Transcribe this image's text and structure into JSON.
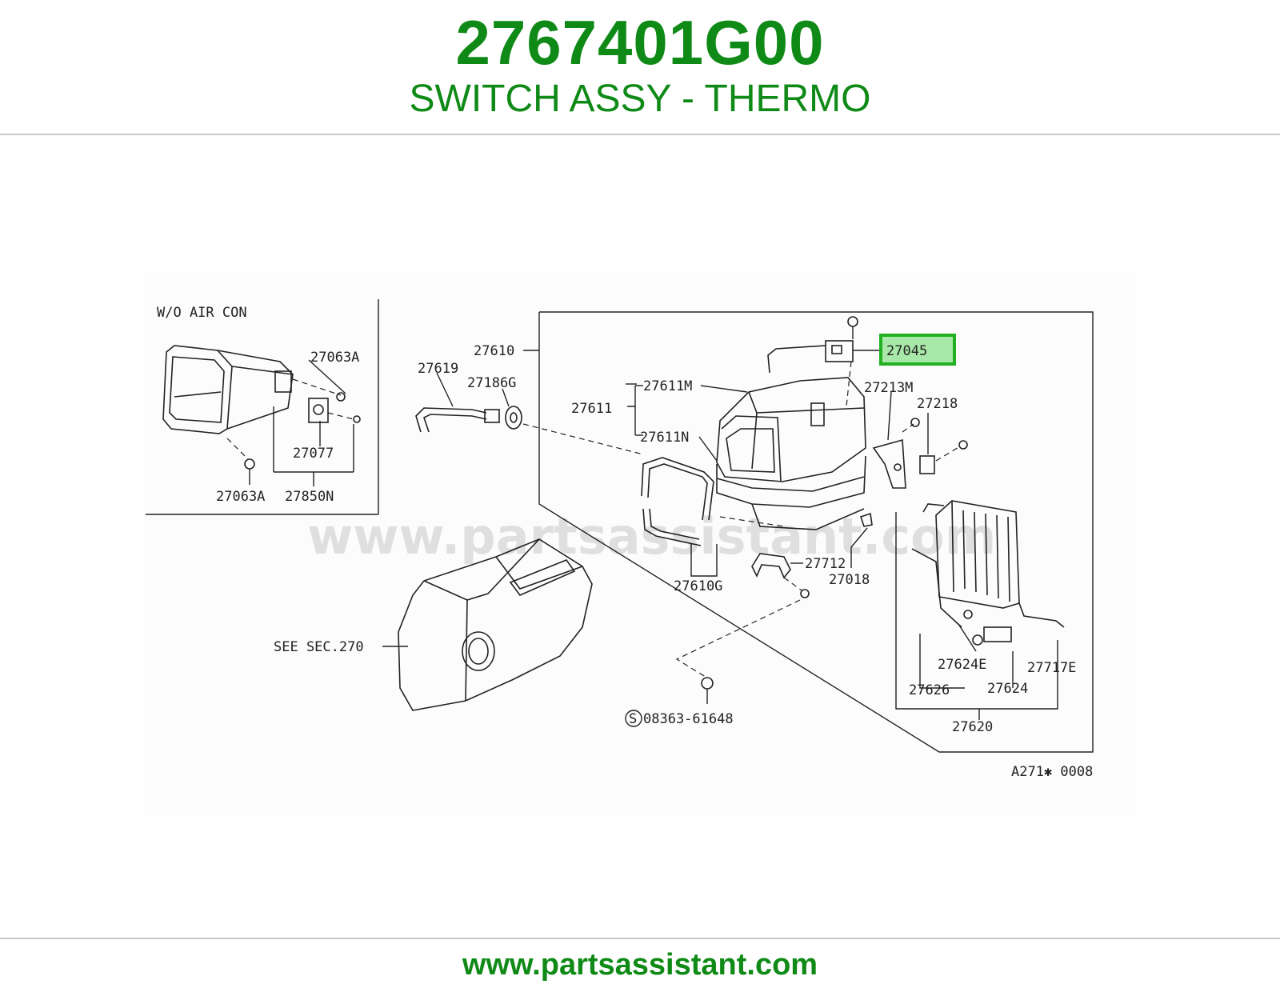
{
  "header": {
    "part_number": "2767401G00",
    "part_name": "SWITCH ASSY - THERMO"
  },
  "footer": {
    "url": "www.partsassistant.com"
  },
  "diagram": {
    "watermark": "www.partsassistant.com",
    "inset_title": "W/O AIR CON",
    "highlight_color": "#22b022",
    "highlighted_part": "27045",
    "drawing_code": "A271✱ 0008",
    "see_section": "SEE SEC.270",
    "labels": {
      "l27063A_top": "27063A",
      "l27077": "27077",
      "l27063A_bottom": "27063A",
      "l27850N": "27850N",
      "l27610": "27610",
      "l27619": "27619",
      "l27186G": "27186G",
      "l27611": "27611",
      "l27611M": "27611M",
      "l27611N": "27611N",
      "l27213M": "27213M",
      "l27218": "27218",
      "l27712": "27712",
      "l27018": "27018",
      "l27610G": "27610G",
      "l27624E": "27624E",
      "l27717E": "27717E",
      "l27626": "27626",
      "l27624": "27624",
      "l27620": "27620",
      "l08363": "08363-61648",
      "screw_symbol": "S"
    }
  }
}
